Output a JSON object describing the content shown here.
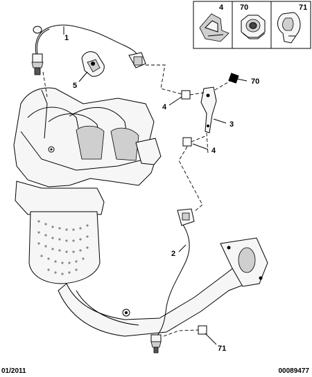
{
  "callouts": {
    "c1": "1",
    "c2": "2",
    "c3": "3",
    "c4a": "4",
    "c4b": "4",
    "c5": "5",
    "c70": "70",
    "c71": "71"
  },
  "inset": {
    "labels": [
      "4",
      "70",
      "71"
    ]
  },
  "footer": {
    "date": "01/2011",
    "reference": "00089477"
  }
}
